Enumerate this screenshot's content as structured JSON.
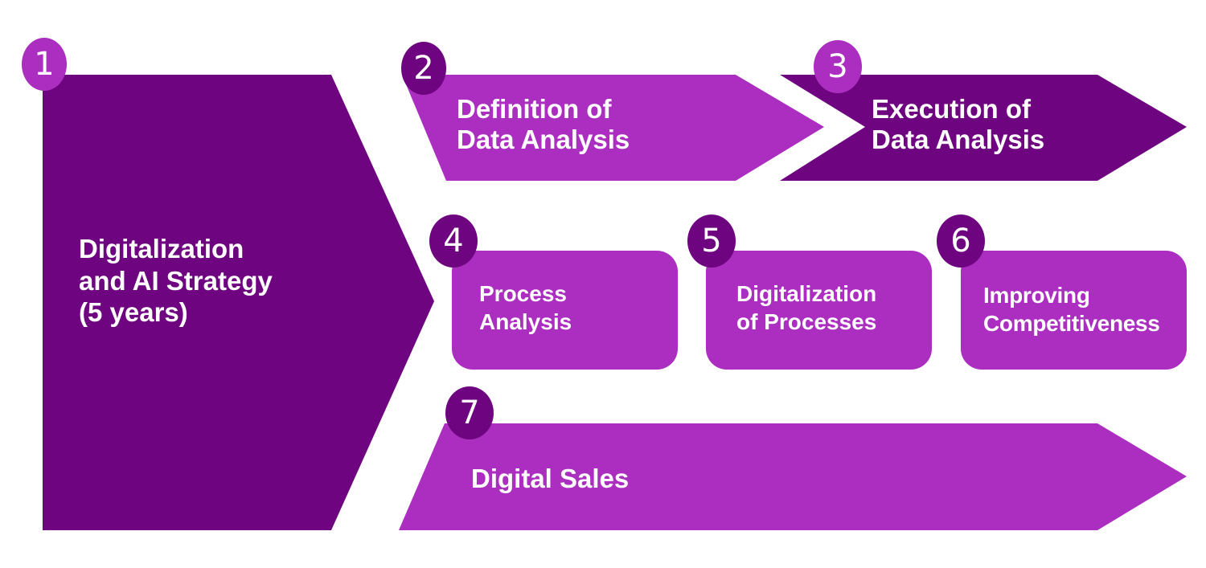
{
  "colors": {
    "dark": "#6e047f",
    "light": "#ab2ec0",
    "text": "#ffffff"
  },
  "steps": [
    {
      "number": "1",
      "label_lines": [
        "Digitalization",
        "and AI Strategy",
        "(5 years)"
      ]
    },
    {
      "number": "2",
      "label_lines": [
        "Definition of",
        "Data Analysis"
      ]
    },
    {
      "number": "3",
      "label_lines": [
        "Execution of",
        "Data Analysis"
      ]
    },
    {
      "number": "4",
      "label_lines": [
        "Process",
        "Analysis"
      ]
    },
    {
      "number": "5",
      "label_lines": [
        "Digitalization",
        "of Processes"
      ]
    },
    {
      "number": "6",
      "label_lines": [
        "Improving",
        "Competitiveness"
      ]
    },
    {
      "number": "7",
      "label_lines": [
        "Digital Sales"
      ]
    }
  ]
}
